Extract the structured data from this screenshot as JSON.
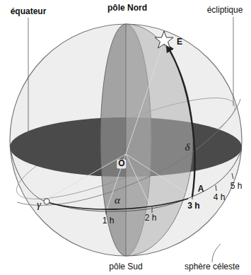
{
  "diagram": {
    "labels": [
      "pôle Nord",
      "équateur",
      "écliptique",
      "E",
      "δ",
      "O",
      "γ",
      "α",
      "A",
      "1 h",
      "2 h",
      "3 h",
      "4 h",
      "5 h",
      "pôle Sud",
      "sphère céleste"
    ]
  }
}
